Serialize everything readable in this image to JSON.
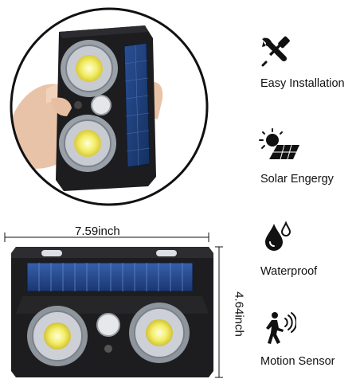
{
  "features": [
    {
      "label": "Easy Installation",
      "icon": "wrench-screwdriver-icon"
    },
    {
      "label": "Solar Engergy",
      "icon": "sun-solar-panel-icon"
    },
    {
      "label": "Waterproof",
      "icon": "water-drop-icon"
    },
    {
      "label": "Motion Sensor",
      "icon": "motion-person-icon"
    }
  ],
  "dimensions": {
    "width": "7.59inch",
    "height": "4.64inch"
  },
  "colors": {
    "housing": "#1d1d1f",
    "solar_panel": "#1f3f7a",
    "led": "#f3ef6a",
    "reflector": "#c8ccd2",
    "outline": "#111111"
  }
}
